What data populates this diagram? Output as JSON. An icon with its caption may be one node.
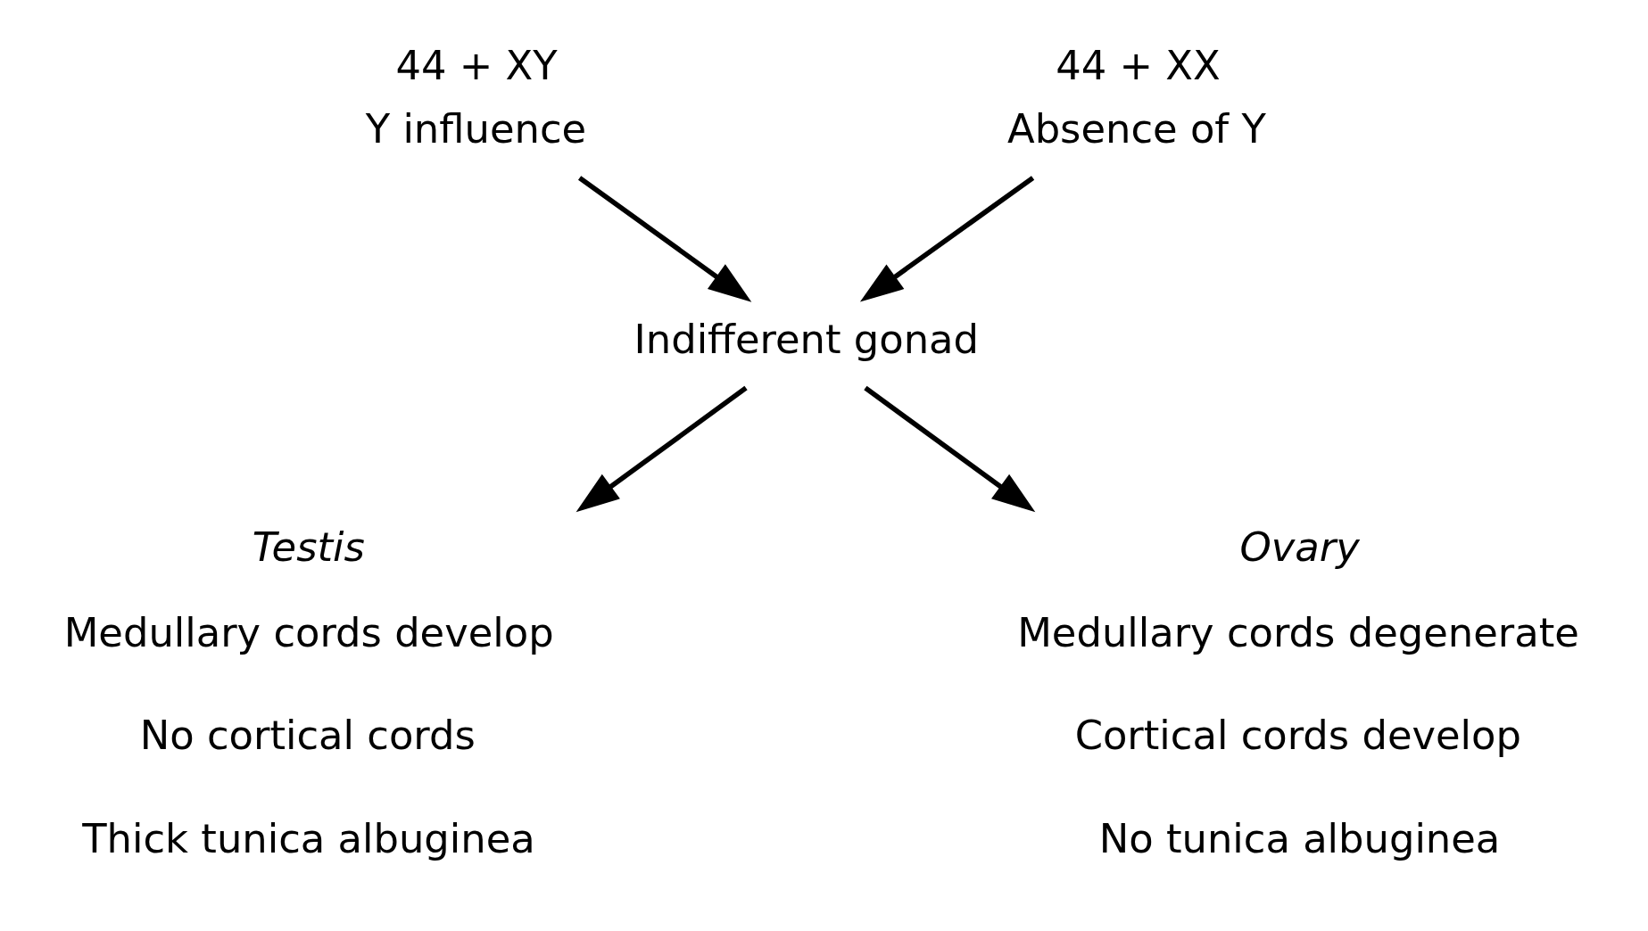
{
  "diagram": {
    "nodes": [
      {
        "text": [
          "44 + XY",
          "Y influence"
        ]
      },
      {
        "text": [
          "44 + XX",
          "Absence of Y"
        ]
      },
      {
        "text": [
          "Indifferent gonad"
        ]
      },
      {
        "text": [
          "Testis"
        ],
        "beside": [
          "Medullary cords develop",
          "No cortical cords",
          "Thick tunica albuginea"
        ]
      },
      {
        "text": [
          "Ovary"
        ],
        "beside": [
          "Medullary cords degenerate",
          "Cortical cords develop",
          "No tunica albuginea"
        ]
      }
    ],
    "edges": [
      {
        "from": 0,
        "to": 2,
        "arrow": "to"
      },
      {
        "from": 1,
        "to": 2,
        "arrow": "to"
      },
      {
        "from": 2,
        "to": 3,
        "arrow": "to"
      },
      {
        "from": 2,
        "to": 4,
        "arrow": "to"
      }
    ]
  }
}
